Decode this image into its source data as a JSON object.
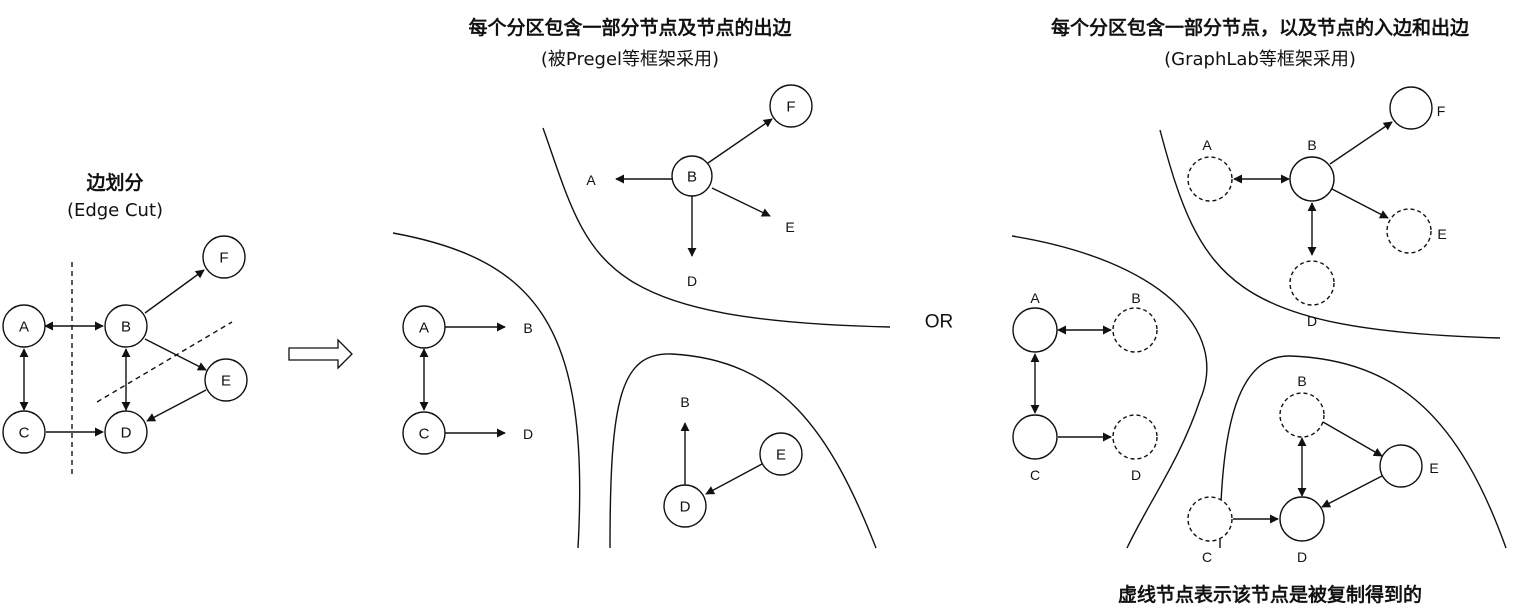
{
  "texts": {
    "edge_cut_title": "边划分",
    "edge_cut_sub": "(Edge Cut)",
    "pregel_title": "每个分区包含一部分节点及节点的出边",
    "pregel_sub": "(被Pregel等框架采用)",
    "graphlab_title": "每个分区包含一部分节点，以及节点的入边和出边",
    "graphlab_sub": "(GraphLab等框架采用)",
    "or": "OR",
    "legend_note": "虚线节点表示该节点是被复制得到的"
  },
  "nodes": {
    "A": "A",
    "B": "B",
    "C": "C",
    "D": "D",
    "E": "E",
    "F": "F"
  },
  "colors": {
    "stroke": "#111111",
    "background": "#ffffff"
  }
}
